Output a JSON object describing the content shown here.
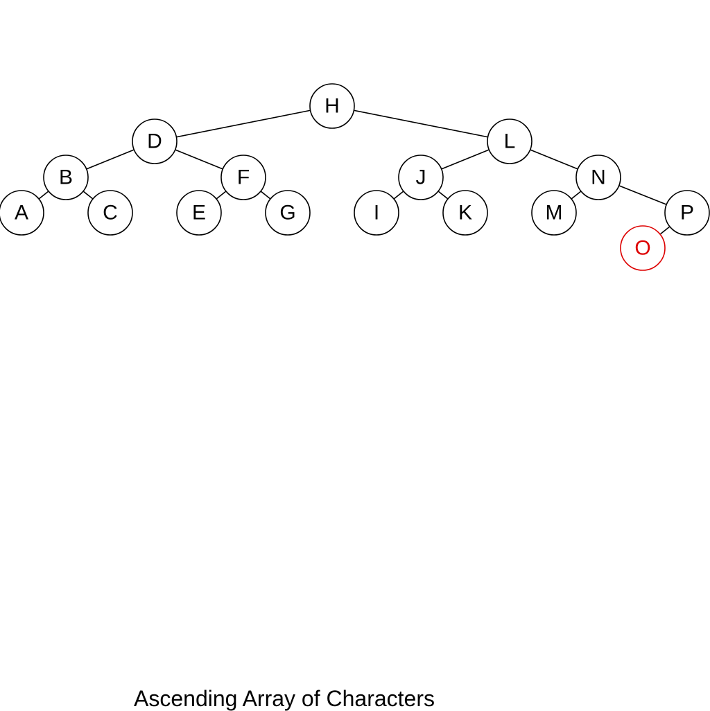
{
  "caption": "Ascending Array of Characters",
  "colors": {
    "stroke": "#000000",
    "highlight": "#dd0000",
    "fill": "#ffffff"
  },
  "tree": {
    "nodes": [
      {
        "id": "H",
        "label": "H",
        "highlight": false
      },
      {
        "id": "D",
        "label": "D",
        "highlight": false
      },
      {
        "id": "L",
        "label": "L",
        "highlight": false
      },
      {
        "id": "B",
        "label": "B",
        "highlight": false
      },
      {
        "id": "F",
        "label": "F",
        "highlight": false
      },
      {
        "id": "J",
        "label": "J",
        "highlight": false
      },
      {
        "id": "N",
        "label": "N",
        "highlight": false
      },
      {
        "id": "A",
        "label": "A",
        "highlight": false
      },
      {
        "id": "C",
        "label": "C",
        "highlight": false
      },
      {
        "id": "E",
        "label": "E",
        "highlight": false
      },
      {
        "id": "G",
        "label": "G",
        "highlight": false
      },
      {
        "id": "I",
        "label": "I",
        "highlight": false
      },
      {
        "id": "K",
        "label": "K",
        "highlight": false
      },
      {
        "id": "M",
        "label": "M",
        "highlight": false
      },
      {
        "id": "P",
        "label": "P",
        "highlight": false
      },
      {
        "id": "O",
        "label": "O",
        "highlight": true
      }
    ],
    "edges": [
      [
        "H",
        "D"
      ],
      [
        "H",
        "L"
      ],
      [
        "D",
        "B"
      ],
      [
        "D",
        "F"
      ],
      [
        "L",
        "J"
      ],
      [
        "L",
        "N"
      ],
      [
        "B",
        "A"
      ],
      [
        "B",
        "C"
      ],
      [
        "F",
        "E"
      ],
      [
        "F",
        "G"
      ],
      [
        "J",
        "I"
      ],
      [
        "J",
        "K"
      ],
      [
        "N",
        "M"
      ],
      [
        "N",
        "P"
      ],
      [
        "P",
        "O"
      ]
    ]
  }
}
